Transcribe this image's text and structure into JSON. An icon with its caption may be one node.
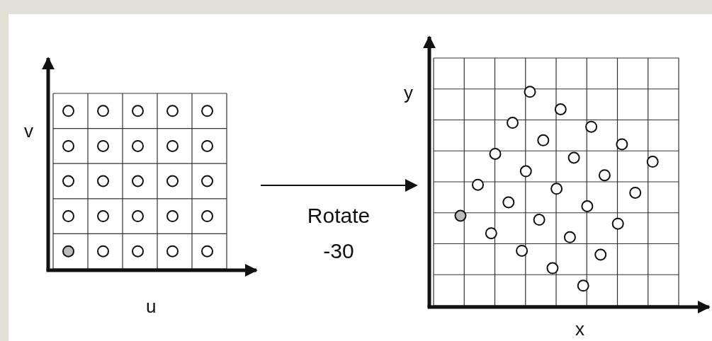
{
  "diagram": {
    "nodes": [
      {
        "text": [],
        "shape": "grid",
        "beside": [
          "v",
          "u"
        ]
      },
      {
        "text": [],
        "shape": "grid",
        "beside": [
          "y",
          "x"
        ]
      }
    ],
    "edges": [
      {
        "from": 0,
        "to": 1,
        "arrow": "to",
        "label": "Rotate -30"
      }
    ]
  }
}
